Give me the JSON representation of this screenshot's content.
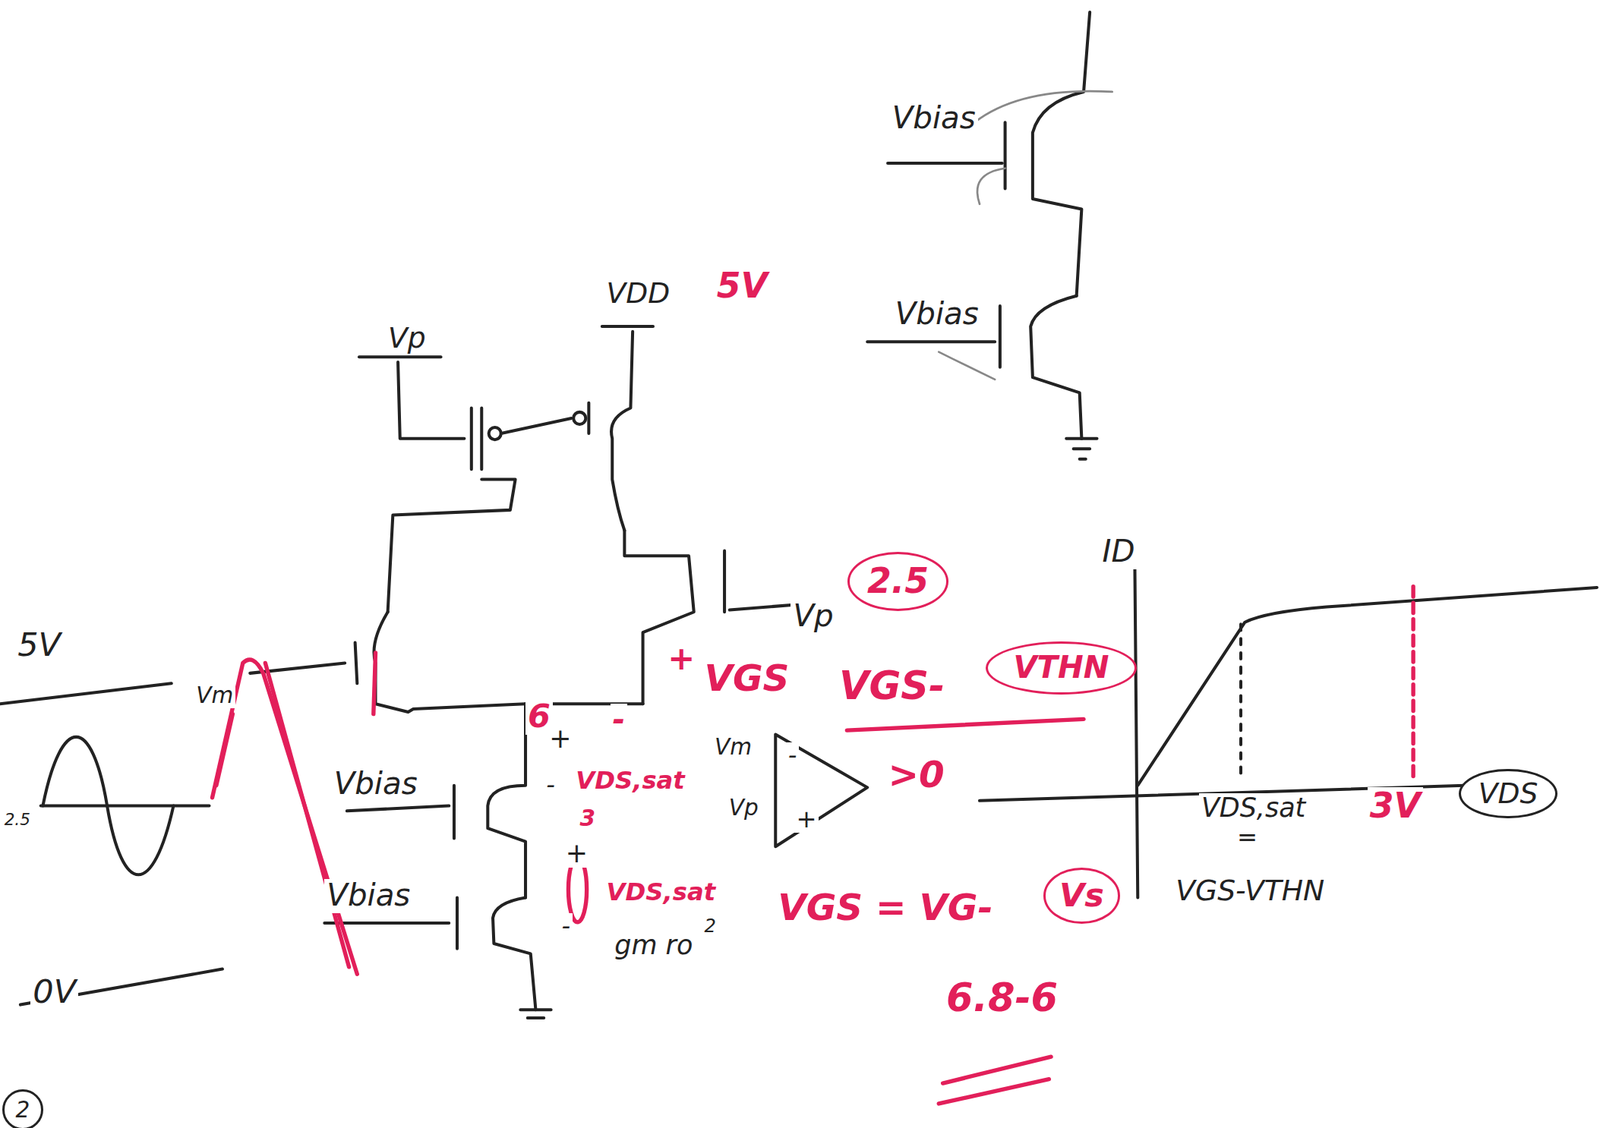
{
  "diagram": {
    "nodes": [
      {
        "text": [
          "2.5"
        ]
      },
      {
        "text": [
          "VTHN"
        ]
      },
      {
        "text": [
          "Vs"
        ]
      },
      {
        "text": [
          "VDS"
        ]
      },
      {
        "text": [
          "2"
        ]
      }
    ],
    "labels": [
      "Vbias",
      "Vbias",
      "Vp",
      "VDD",
      "5V",
      "ID",
      "5V",
      "Vm",
      "2.5",
      "0V",
      "Vbias",
      "Vbias",
      "Vp",
      "+",
      "VGS",
      "6",
      "-",
      "+",
      "VDS,sat",
      "-",
      "3",
      "+",
      "VDS,sat",
      "-",
      "gm ro",
      "2",
      "Vm",
      "Vp",
      "-",
      "+",
      "VGS-",
      ">0",
      "VGS = VG-",
      "6.8-6",
      "VDS,sat",
      "=",
      "VGS-VTHN",
      "3V"
    ]
  }
}
